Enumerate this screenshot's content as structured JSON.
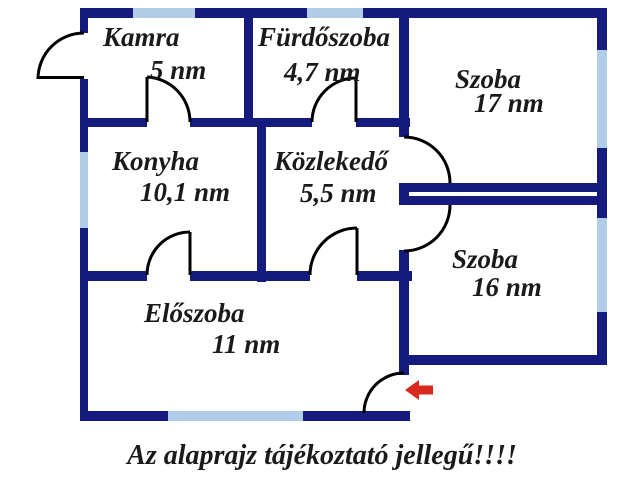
{
  "floorplan": {
    "rooms": [
      {
        "name": "Kamra",
        "area": "5 nm"
      },
      {
        "name": "Fürdőszoba",
        "area": "4,7 nm"
      },
      {
        "name": "Szoba",
        "area": "17 nm"
      },
      {
        "name": "Konyha",
        "area": "10,1 nm"
      },
      {
        "name": "Közlekedő",
        "area": "5,5 nm"
      },
      {
        "name": "Szoba",
        "area": "16 nm"
      },
      {
        "name": "Előszoba",
        "area": "11 nm"
      }
    ],
    "disclaimer": "Az alaprajz tájékoztató jellegű!!!!",
    "colors": {
      "wall": "#151b7d",
      "window": "#b3cde9",
      "arrow": "#d8291f",
      "text": "#1a1a1a",
      "background": "#ffffff"
    }
  }
}
